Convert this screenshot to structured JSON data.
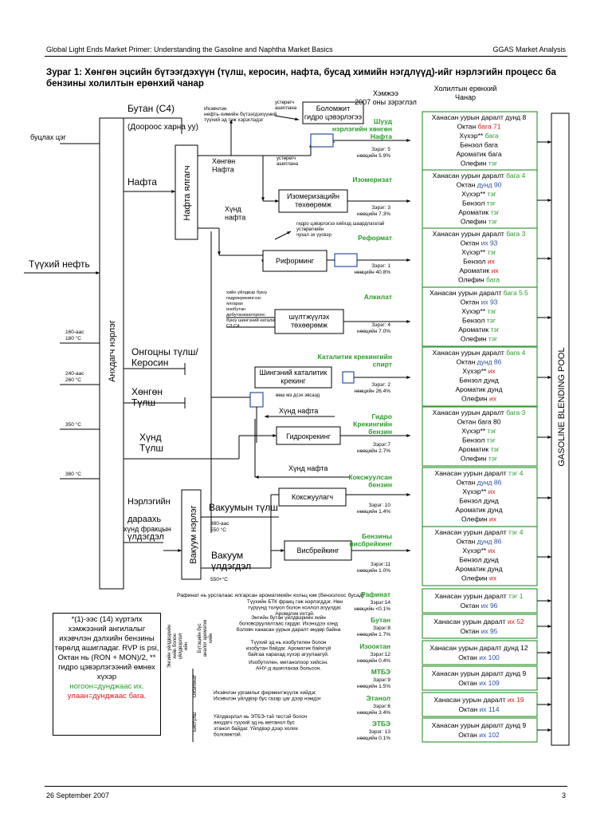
{
  "header": {
    "left": "Global Light Ends Market Primer: Understanding the Gasoline and Naphtha Market Basics",
    "right": "GGAS  Market Analysis"
  },
  "figure_title": "Зураг 1:  Хөнгөн эцсийн бүтээгдэхүүн (түлш, керосин, нафта, бусад химийн нэгдлүүд)-ийг нэрлэгийн процесс ба бензины холилтын ерөнхий чанар",
  "column_headers": {
    "volume": "Хэмжээ\n2007 оны зэрэглэл",
    "quality": "Холилтын ерөнхий\nЧанар"
  },
  "left": {
    "crude": "Түүхий нефть",
    "column": "Анхдагч нэрлэг",
    "butane": "Бутан (C4)",
    "butane_note": "(Дооро­ос харна уу)",
    "boil": "буцлах цэг",
    "naphtha": "Нафта",
    "naphtha_splitter": "Нафта ялгагч",
    "light_naphtha": "Хөнгөн\nНафта",
    "heavy_naphtha": "Хүнд\nнафта",
    "kerosene": "Онгоцны түлш/\nКеросин",
    "light_fuel": "Хөнгөн\nТүлш",
    "heavy_fuel": "Хүнд\nТүлш",
    "residue": "Нэрлэгийн\nдараахь\nүлдэгдэл",
    "heavy_frac": "хүнд фракцын",
    "vacuum_col": "Вакуум нэрлэг",
    "vacuum_fuel": "Вакуумын түлш",
    "vacuum_resid": "Вакуум\nүлдэгдэл",
    "t160": "160-аас\n180 °C",
    "t240": "240-аас\n260 °C",
    "t350": "350 °C",
    "t380": "380 °C",
    "t380_550": "380-аас\n550 °C",
    "t550": "550+°C"
  },
  "processes": {
    "possible": "Боломжит\nгидро цэвэрлэгээ",
    "chem_note": "Ихэвчлэн\nнефть-химийн бүтээгдэхүүний\nтүүхий эд гэж хэрэглэдэг",
    "catalyst1": "устөрөгч\nашиглана",
    "catalyst2": "устөрөгч\nашиглана",
    "isom": "Изомеризацийн\nтөхөөрөмж",
    "reform_note": "гидро цэвэрлэгээ хийхэд шаардлагатай\nустөрөгчийн\nчухал эх үүсвэр",
    "reform": "Риформинг",
    "alky_note": "хийн үйлдвэр буюу\nгидрокрекингээс\nялгарах\nизобутан\nдебутанизатороос\nбуюу шингэний каталитик крекингээс гарсан\nC3,C4",
    "alky": "шүлтжүүлэх\nтөхөөрөмж",
    "fcc": "Шингэний каталитик\nкрекинг",
    "fcc_note": "өөш мэ дсэх эвсаэд",
    "heavy_naphtha1": "Хүнд нафта",
    "hydrocrack": "Гидрокрекинг",
    "heavy_naphtha2": "Хүнд нафта",
    "coker": "Коксжуулагч",
    "visbreak": "Висбрейкинг",
    "aromatics_note": "Рафинат нь урсгалаас ялгарсан ароматикийн хольц юм (бензолоос бусад)"
  },
  "streams": [
    {
      "name": "Шууд\nнэрлэгийн хөнгөн\nНафта",
      "rank": "Зэрэг: 5\nнөөцийн 5.9%",
      "q": [
        [
          "Ханасан уурын даралт дунд 8"
        ],
        [
          "Октан ",
          "бага 71",
          "r"
        ],
        [
          "Хүхэр** ",
          "бага",
          "g"
        ],
        [
          "Бензол бага"
        ],
        [
          "Ароматик бага"
        ],
        [
          "Олефин ",
          "тэг",
          "g"
        ]
      ]
    },
    {
      "name": "Изомеризат",
      "rank": "Зэрэг: 3\nнөөцийн 7.3%",
      "q": [
        [
          "Ханасан уурын даралт ",
          "бага 4",
          "g"
        ],
        [
          "Октан ",
          "дунд 90",
          "d"
        ],
        [
          "Хүхэр** ",
          "тэг",
          "g"
        ],
        [
          "Бензол ",
          "тэг",
          "g"
        ],
        [
          "Ароматик ",
          "тэг",
          "g"
        ],
        [
          "Олефин ",
          "тэг",
          "g"
        ]
      ]
    },
    {
      "name": "Реформат",
      "rank": "Зэрэг: 1\nнөөцийн 40.8%",
      "q": [
        [
          "Ханасан уурын даралт ",
          "бага 3",
          "g"
        ],
        [
          "Октан ",
          "их 93",
          "d"
        ],
        [
          "Хүхэр** ",
          "тэг",
          "g"
        ],
        [
          "Бензол ",
          "их",
          "r"
        ],
        [
          "Ароматик ",
          "их",
          "r"
        ],
        [
          "Олефин ",
          "бага",
          "g"
        ]
      ]
    },
    {
      "name": "Алкилат",
      "rank": "Зэрэг: 4\nнөөцийн 7.0%",
      "q": [
        [
          "Ханасан уурын даралт ",
          "бага 5.5",
          "g"
        ],
        [
          "Октан ",
          "их 93",
          "d"
        ],
        [
          "Хүхэр** ",
          "тэг",
          "g"
        ],
        [
          "Бензол ",
          "тэг",
          "g"
        ],
        [
          "Ароматик ",
          "тэг",
          "g"
        ],
        [
          "Олефин ",
          "тэг",
          "g"
        ]
      ]
    },
    {
      "name": "Каталитик крекингийн\nспирт",
      "rank": "Зэрэг: 2\nнөөцийн 26.4%",
      "q": [
        [
          "Ханасан уурын даралт ",
          "бага 4",
          "g"
        ],
        [
          "Октан ",
          "дунд 86",
          "d"
        ],
        [
          "Хүхэр** ",
          "их",
          "r"
        ],
        [
          "Бензол дунд"
        ],
        [
          "Ароматик дунд"
        ],
        [
          "Олефин ",
          "их",
          "r"
        ]
      ]
    },
    {
      "name": "Гидро\nКрекингийн\nбензин",
      "rank": "Зэрэг:7\nнөөцийн 2.7%",
      "q": [
        [
          "Ханасан уурын даралт ",
          "бага 3",
          "g"
        ],
        [
          "Октан бага 80"
        ],
        [
          "Хүхэр** ",
          "тэг",
          "g"
        ],
        [
          "Бензол ",
          "тэг",
          "g"
        ],
        [
          "Ароматик ",
          "тэг",
          "g"
        ],
        [
          "Олефин ",
          "тэг",
          "g"
        ]
      ]
    },
    {
      "name": "Коксжуулсан\nбензин",
      "rank": "Зэрэг: 10\nнөөцийн 1.4%",
      "q": [
        [
          "Ханасан уурын даралт ",
          "тэг 4",
          "g"
        ],
        [
          "Октан ",
          "дунд 86",
          "d"
        ],
        [
          "Хүхэр** ",
          "их",
          "r"
        ],
        [
          "Бензол дунд"
        ],
        [
          "Ароматик дунд"
        ],
        [
          "Олефин ",
          "их",
          "r"
        ]
      ]
    },
    {
      "name": "Бензины\nвисбрейкинг",
      "rank": "Зэрэг:11\nнөөцийн 1.0%",
      "q": [
        [
          "Ханасан уурын даралт ",
          "тэг 4",
          "g"
        ],
        [
          "Октан ",
          "дунд 86",
          "d"
        ],
        [
          "Хүхэр** ",
          "их",
          "r"
        ],
        [
          "Бензол дунд"
        ],
        [
          "Ароматик дунд"
        ],
        [
          "Олефин ",
          "их",
          "r"
        ]
      ]
    }
  ],
  "small_streams": [
    {
      "name": "Рафинат",
      "rank": "Зэрэг:14\nнөөцийн <0.1%",
      "q": [
        [
          "Ханасан уурын даралт ",
          "тэг 1",
          "g"
        ],
        [
          "Октан ",
          "их 96",
          "d"
        ]
      ]
    },
    {
      "name": "Бутан",
      "rank": "Зэрэг:8\nнөөцийн 1.7%",
      "q": [
        [
          "Ханасан уурын даралт ",
          "их 52",
          "r"
        ],
        [
          "Октан ",
          "их 95",
          "d"
        ]
      ]
    },
    {
      "name": "Изооктан",
      "rank": "Зэрэг:12\nнөөцийн 0.4%",
      "q": [
        [
          "Ханасан уурын даралт дунд 12"
        ],
        [
          "Октан ",
          "их 100",
          "d"
        ]
      ]
    },
    {
      "name": "МТБЭ",
      "rank": "Зэрэг:9\nнөөцийн 1.5%",
      "q": [
        [
          "Ханасан уурын даралт дунд 9"
        ],
        [
          "Октан ",
          "их 109",
          "d"
        ]
      ]
    },
    {
      "name": "Этанол",
      "rank": "Зэрэг:6\nнөөцийн 3.4%",
      "q": [
        [
          "Ханасан уурын даралт ",
          "их 19",
          "r"
        ],
        [
          "Октан ",
          "их 114",
          "d"
        ]
      ]
    },
    {
      "name": "ЭТБЭ",
      "rank": "Зэрэг: 13\nнөөцийн 0.1%",
      "q": [
        [
          "Ханасан уурын даралт дунд 9"
        ],
        [
          "Октан ",
          "их 102",
          "d"
        ]
      ]
    }
  ],
  "small_notes": [
    "Түүхийн БТК фракц гэж нэрлэгддэг. Нөн\nтүрүүнд толуол болон ксилол агуулдаг.\nАроматик ихтэй.",
    "Энгийн бутан үйлдвэрийн хийн\nболовсруулалтаас гардаг.  Ихэнхдээ хэнд\nболовч ханасан уурын даралт өндөр байна",
    "Түүхий эд нь изобутилен болон\nизобутан байдаг. Ароматик байхгүй\nбайгаа харахад хүхэр агуулаагүй.",
    "Изобутилен, метанолоор хийсэн.\nАНУ-д ашиглахаа больсон.",
    "Ихэвчлэн ургамлыг ферментжүүлж хийдэг.\nИхэвчлэн үйлдвэр бус газар цаг дээр нэмдэг",
    "Үйлдвэрлэл нь ЭТБЭ-тэй тестэй болоч\nанхдагч түүхий эд нь метанол бус\nэтанол байдаг. Үйлдвэр дээр холих\nболомжтой."
  ],
  "vertical_notes": {
    "v1": "Энгийн үйлдвэрийн\nхийн болон\nүйлдвэрлэл\nийн",
    "v2": "Бүтэцийн бус\nаналог ароматик\nхийн",
    "v3": "Оксигенат",
    "v4": "Биотүлш"
  },
  "pool": "GASOLINE BLENDING POOL",
  "note_box": {
    "text": "*(1)-ээс (14) хүртэлх хэмжээний ангилалыг ихэвчлэн дэлхийн бензины төрөлд ашигладаг. RVP is psi, Октан нь (RON + MON)/2, ** гидро цэвэрлэгээний өмнөх хүхэр",
    "green": "ногоон=дунджаас их.",
    "red": "улаан=дунджаас бага."
  },
  "footer": {
    "date": "26 September 2007",
    "page": "3"
  },
  "colors": {
    "green": "#2a9a2a",
    "red": "#d31b1b",
    "blue": "#2b4fa0",
    "box_border": "#3a9a3a"
  }
}
